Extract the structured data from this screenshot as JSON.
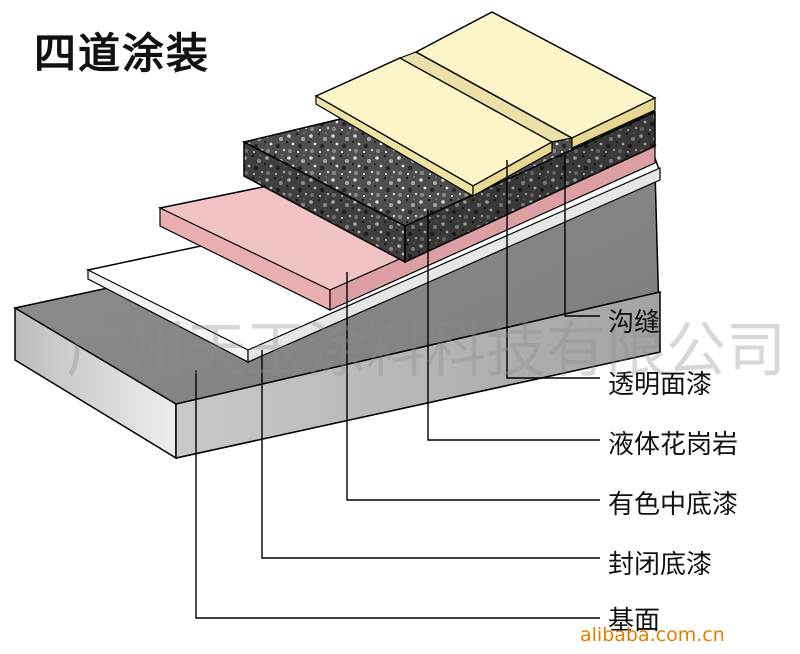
{
  "title": "四道涂装",
  "watermark": "广州天玉涂料科技有限公司",
  "source": "alibaba.com.cn",
  "colors": {
    "base": "#8e8e8e",
    "sealer": "#ffffff",
    "pink": "#f1c3c5",
    "granite": "#4e4e4e",
    "topcoat": "#fbf5c8",
    "outline": "#000000"
  },
  "labels": [
    {
      "text": "沟缝"
    },
    {
      "text": "透明面漆"
    },
    {
      "text": "液体花岗岩"
    },
    {
      "text": "有色中底漆"
    },
    {
      "text": "封闭底漆"
    },
    {
      "text": "基面"
    }
  ]
}
